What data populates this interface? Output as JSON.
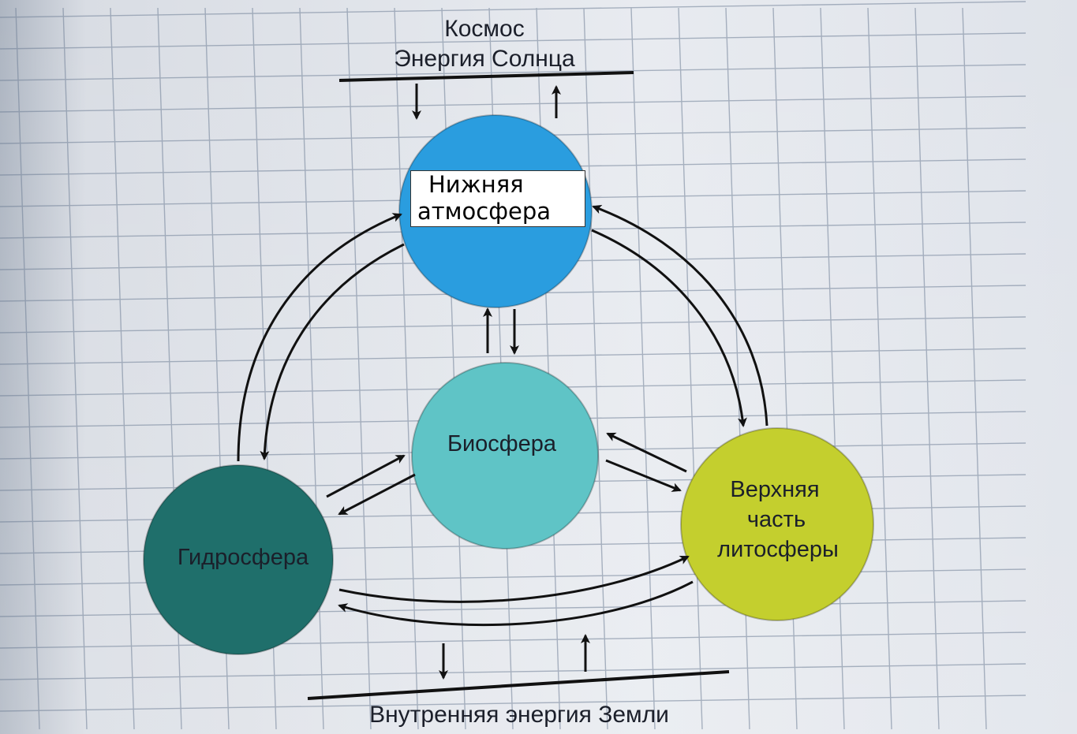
{
  "top": {
    "line1": "Космос",
    "line2": "Энергия Солнца"
  },
  "bottom": {
    "label": "Внутренняя энергия Земли"
  },
  "nodes": {
    "atmosphere": {
      "line1": "Нижняя",
      "line2": "атмосфера",
      "color": "#2a9ddf"
    },
    "biosphere": {
      "label": "Биосфера",
      "color": "#5fc4c6"
    },
    "hydrosphere": {
      "label": "Гидросфера",
      "color": "#1f6f6b"
    },
    "lithosphere": {
      "line1": "Верхняя",
      "line2": "часть",
      "line3": "литосферы",
      "color": "#c4cf2e"
    }
  }
}
